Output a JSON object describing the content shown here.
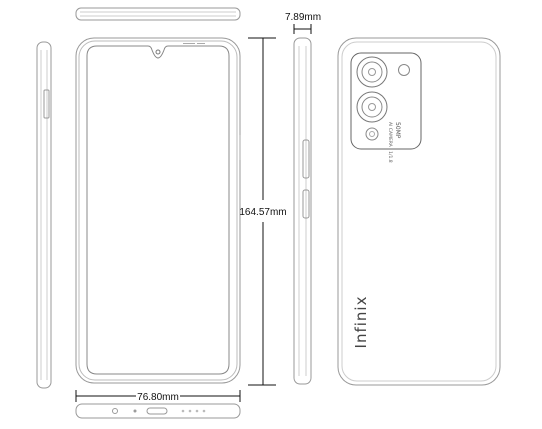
{
  "dimensions": {
    "height": "164.57mm",
    "width": "76.80mm",
    "thickness": "7.89mm"
  },
  "back": {
    "brand": "Infinix",
    "camera_megapixels": "50MP",
    "camera_subtext": "AI CAMERA · 1/1.8"
  }
}
